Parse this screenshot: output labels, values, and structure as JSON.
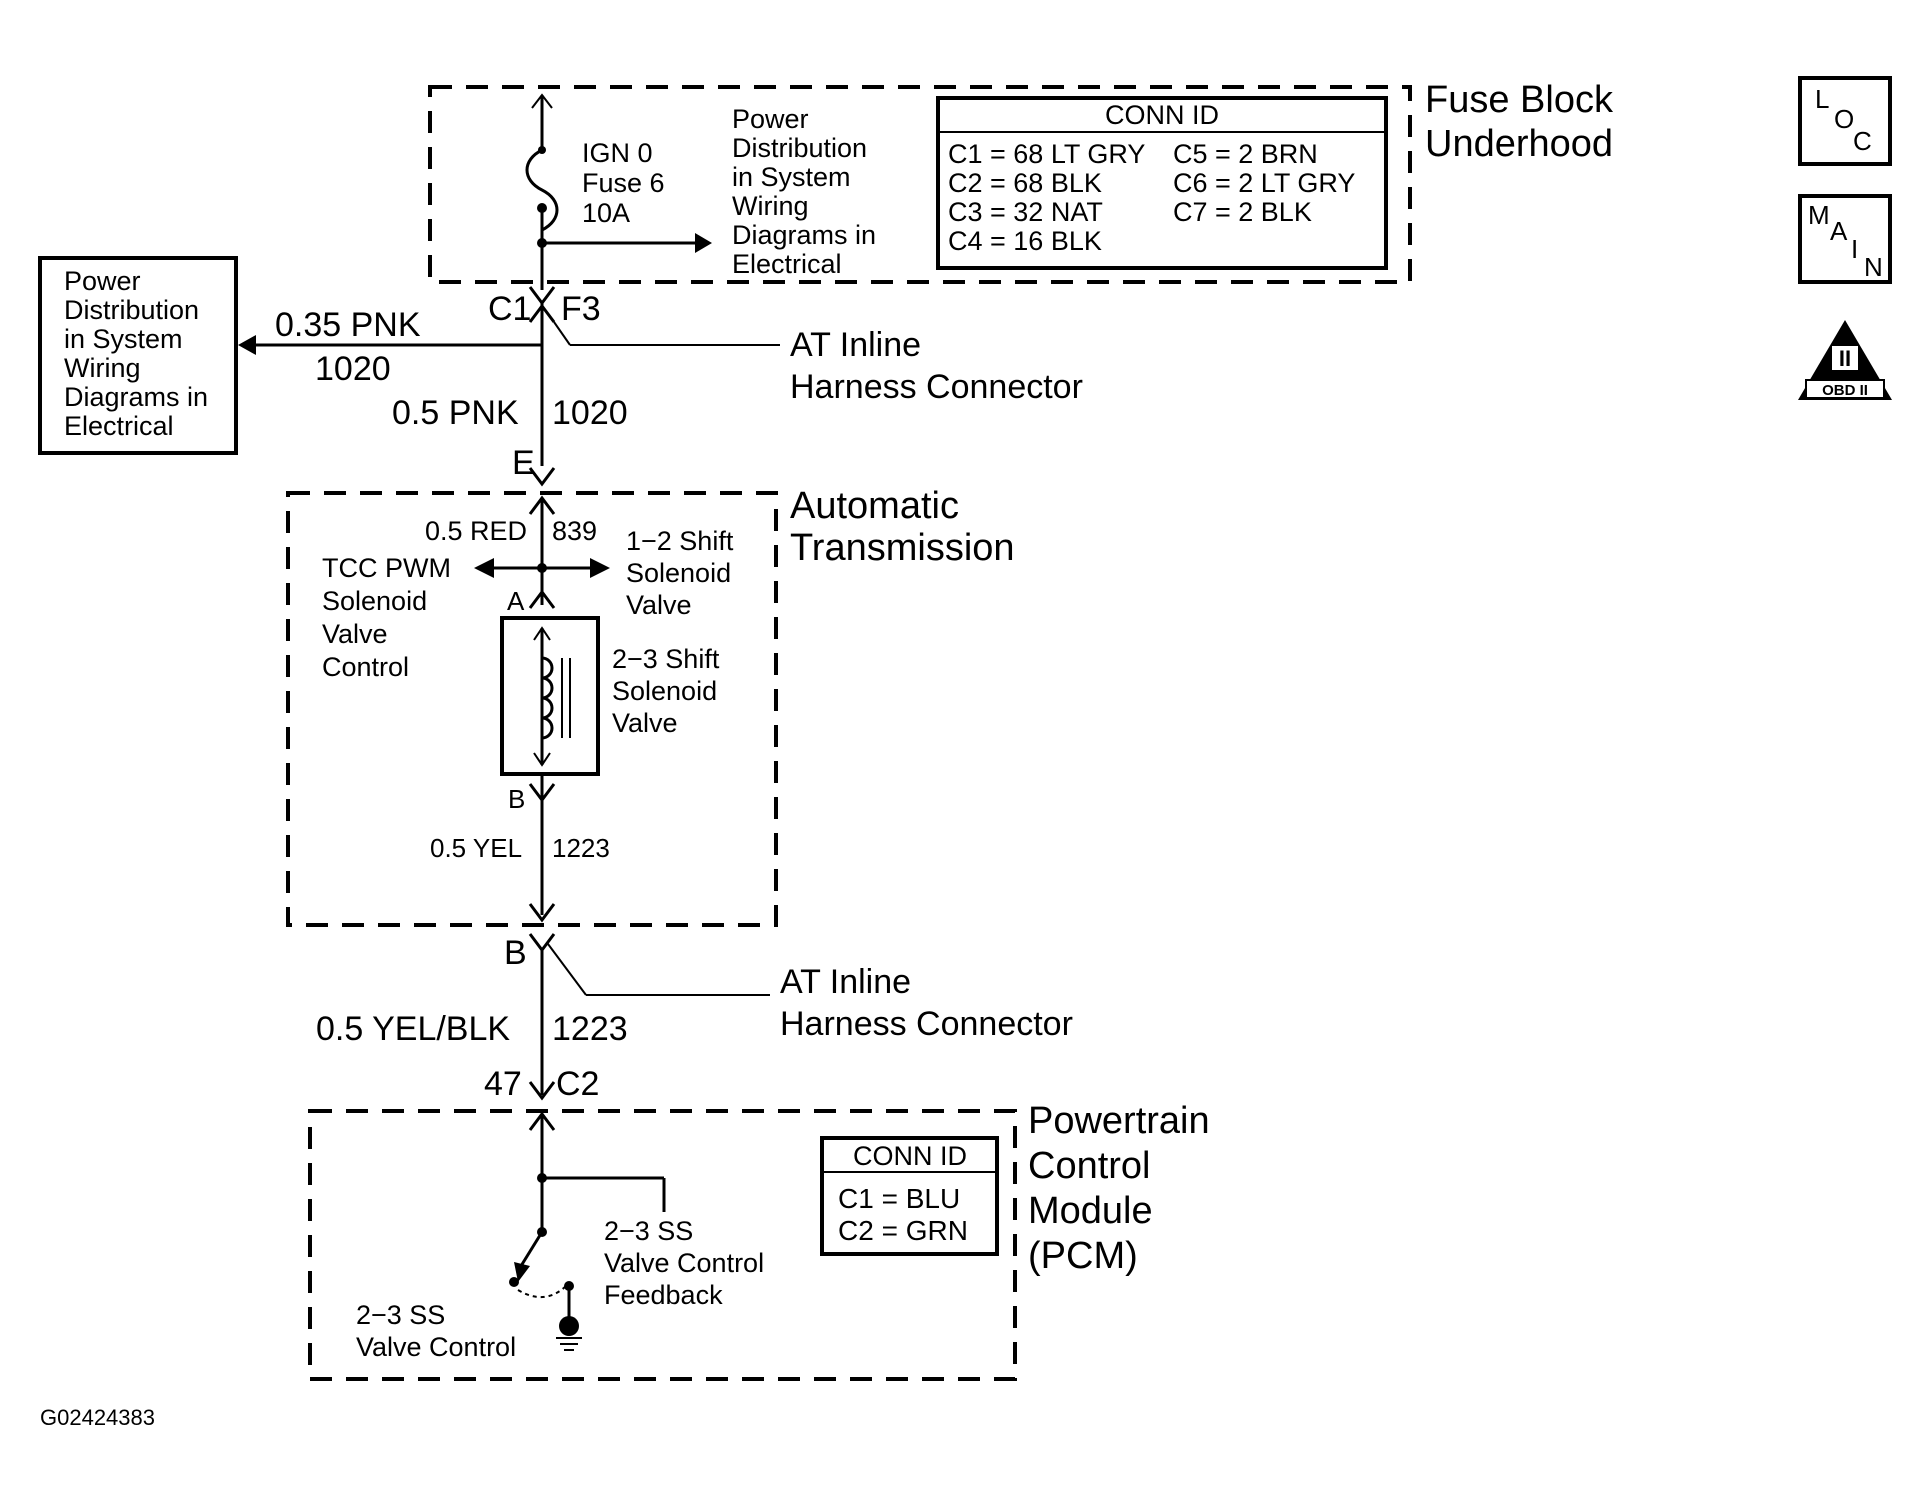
{
  "fuse_block": {
    "title_line1": "Fuse Block",
    "title_line2": "Underhood",
    "ign_label": "IGN 0",
    "fuse_label": "Fuse 6",
    "amp_label": "10A",
    "power_ref": [
      "Power",
      "Distribution",
      "in System",
      "Wiring",
      "Diagrams in",
      "Electrical"
    ],
    "conn_id_title": "CONN ID",
    "conn_ids": [
      "C1 = 68 LT GRY",
      "C2 = 68 BLK",
      "C3 = 32 NAT",
      "C4 = 16 BLK",
      "C5 = 2 BRN",
      "C6 = 2 LT GRY",
      "C7 = 2 BLK"
    ]
  },
  "left_power_box": {
    "lines": [
      "Power",
      "Distribution",
      "in System",
      "Wiring",
      "Diagrams in",
      "Electrical"
    ]
  },
  "splice_wire": {
    "gauge_color": "0.35 PNK",
    "circuit": "1020"
  },
  "connector_top": {
    "c1": "C1",
    "f3": "F3"
  },
  "inline_connector_1": {
    "line1": "AT Inline",
    "line2": "Harness Connector"
  },
  "wire_pnk": {
    "gauge_color": "0.5 PNK",
    "circuit": "1020"
  },
  "pin_e": "E",
  "transmission": {
    "title_line1": "Automatic",
    "title_line2": "Transmission",
    "red_wire": "0.5 RED",
    "red_circuit": "839",
    "tcc_label": [
      "TCC PWM",
      "Solenoid",
      "Valve",
      "Control"
    ],
    "shift12_label": [
      "1−2 Shift",
      "Solenoid",
      "Valve"
    ],
    "pin_a": "A",
    "shift23_label": [
      "2−3 Shift",
      "Solenoid",
      "Valve"
    ],
    "pin_b": "B",
    "yel_wire": "0.5 YEL",
    "yel_circuit": "1223"
  },
  "pin_b_inline": "B",
  "inline_connector_2": {
    "line1": "AT Inline",
    "line2": "Harness Connector"
  },
  "wire_yelblk": {
    "gauge_color": "0.5 YEL/BLK",
    "circuit": "1223"
  },
  "pcm_connector": {
    "pin": "47",
    "conn": "C2"
  },
  "pcm": {
    "title": [
      "Powertrain",
      "Control",
      "Module",
      "(PCM)"
    ],
    "feedback_label": [
      "2−3 SS",
      "Valve Control",
      "Feedback"
    ],
    "control_label": [
      "2−3 SS",
      "Valve Control"
    ],
    "conn_id_title": "CONN ID",
    "conn_ids": [
      "C1 = BLU",
      "C2 = GRN"
    ]
  },
  "icons": {
    "loc": [
      "L",
      "O",
      "C"
    ],
    "main": [
      "M",
      "A",
      "I",
      "N"
    ],
    "obd": [
      "II",
      "OBD II"
    ]
  },
  "figure_id": "G02424383"
}
